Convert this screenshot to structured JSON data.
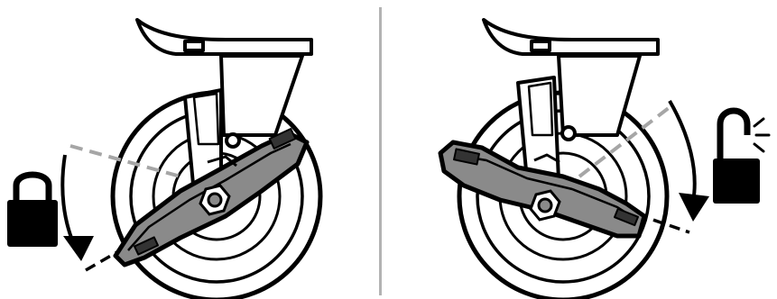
{
  "figure": {
    "panels": [
      {
        "state": "locked",
        "lock_icon": "padlock-closed-icon",
        "arrow_icon": "curved-arrow-down-icon",
        "pedal": "brake-pedal-pressed"
      },
      {
        "state": "unlocked",
        "lock_icon": "padlock-open-icon",
        "arrow_icon": "curved-arrow-down-icon",
        "pedal": "brake-pedal-released"
      }
    ],
    "colors": {
      "line": "#000000",
      "pedal_fill": "#8a8a8a",
      "guide_line": "#a6a6a6",
      "divider": "#b3b3b3"
    }
  }
}
